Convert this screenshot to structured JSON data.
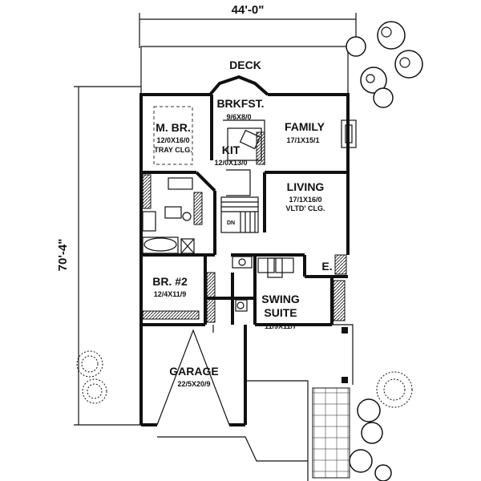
{
  "dimensions": {
    "width": "44'-0\"",
    "depth": "70'-4\""
  },
  "deck": {
    "label": "DECK"
  },
  "rooms": {
    "breakfast": {
      "name": "BRKFST.",
      "size": "9/6X8/0"
    },
    "master": {
      "name": "M. BR.",
      "size": "12/0X16/0",
      "note": "TRAY CLG."
    },
    "family": {
      "name": "FAMILY",
      "size": "17/1X15/1"
    },
    "kitchen": {
      "name": "KIT",
      "size": "12/0X13/0"
    },
    "living": {
      "name": "LIVING",
      "size": "17/1X16/0",
      "note": "VLTD' CLG."
    },
    "bedroom2": {
      "name": "BR. #2",
      "size": "12/4X11/9"
    },
    "entry": {
      "name": "E."
    },
    "swing": {
      "name1": "SWING",
      "name2": "SUITE",
      "size": "11/9X11/7"
    },
    "garage": {
      "name": "GARAGE",
      "size": "22/5X20/9"
    }
  },
  "stair": {
    "label": "DN"
  }
}
